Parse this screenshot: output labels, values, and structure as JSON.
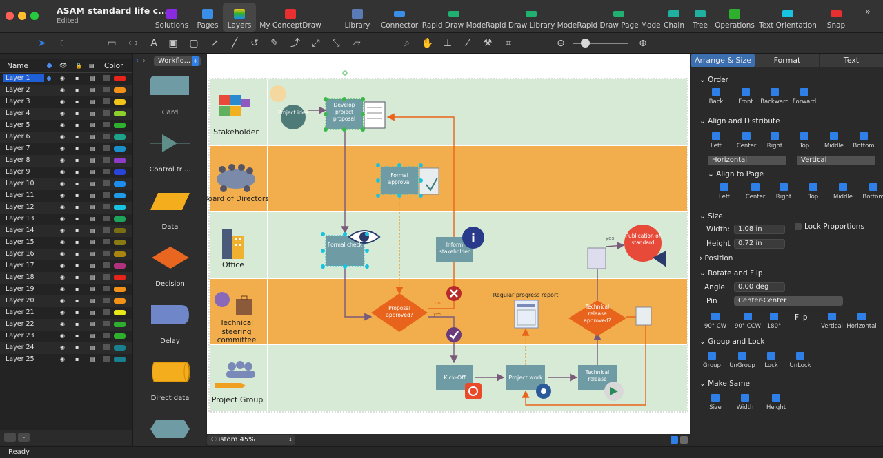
{
  "window": {
    "title": "ASAM standard life c...",
    "subtitle": "Edited"
  },
  "toolbar": {
    "items": [
      "Solutions",
      "Pages",
      "Layers",
      "My ConceptDraw",
      "Library",
      "Connector",
      "Rapid Draw Mode",
      "Rapid Draw Library Mode",
      "Rapid Draw Page Mode",
      "Chain",
      "Tree",
      "Operations",
      "Text Orientation",
      "Snap"
    ],
    "active": "Layers"
  },
  "layers": {
    "headers": {
      "name": "Name",
      "color": "Color"
    },
    "rows": [
      {
        "name": "Layer 1",
        "color": "#e8231a"
      },
      {
        "name": "Layer 2",
        "color": "#f29118"
      },
      {
        "name": "Layer 3",
        "color": "#f0c419"
      },
      {
        "name": "Layer 4",
        "color": "#8fd12c"
      },
      {
        "name": "Layer 5",
        "color": "#2eb02e"
      },
      {
        "name": "Layer 6",
        "color": "#1ea28a"
      },
      {
        "name": "Layer 7",
        "color": "#1a8fc9"
      },
      {
        "name": "Layer 8",
        "color": "#8e3bc9"
      },
      {
        "name": "Layer 9",
        "color": "#2a44d9"
      },
      {
        "name": "Layer 10",
        "color": "#1b8ef0"
      },
      {
        "name": "Layer 11",
        "color": "#1e9ae8"
      },
      {
        "name": "Layer 12",
        "color": "#19c2e0"
      },
      {
        "name": "Layer 13",
        "color": "#1ea35b"
      },
      {
        "name": "Layer 14",
        "color": "#7a6e12"
      },
      {
        "name": "Layer 15",
        "color": "#8a7a14"
      },
      {
        "name": "Layer 16",
        "color": "#a8860f"
      },
      {
        "name": "Layer 17",
        "color": "#b0327c"
      },
      {
        "name": "Layer 18",
        "color": "#e8231a"
      },
      {
        "name": "Layer 19",
        "color": "#f29118"
      },
      {
        "name": "Layer 20",
        "color": "#f29118"
      },
      {
        "name": "Layer 21",
        "color": "#e8e81a"
      },
      {
        "name": "Layer 22",
        "color": "#2eb02e"
      },
      {
        "name": "Layer 23",
        "color": "#2eb02e"
      },
      {
        "name": "Layer 24",
        "color": "#1a7f8e"
      },
      {
        "name": "Layer 25",
        "color": "#1a7f8e"
      }
    ],
    "add": "+",
    "remove": "-"
  },
  "library": {
    "selector": "Workflo...",
    "shapes": [
      "Card",
      "Control tr ...",
      "Data",
      "Decision",
      "Delay",
      "Direct data"
    ]
  },
  "diagram": {
    "lanes": [
      "Stakeholder",
      "Board of Directors",
      "Office",
      "Technical steering committee",
      "Project Group"
    ],
    "nodes": {
      "project_idea": "Project idea",
      "develop": "Develop project proposal",
      "formal_approval": "Formal approval",
      "formal_check": "Formal check",
      "inform": "Inform stakeholder",
      "publication": "Publication of standard",
      "proposal_approved": "Proposal approved?",
      "progress_report": "Regular progress report",
      "tech_release_approved": "Technical release approved?",
      "kickoff": "Kick-Off",
      "project_work": "Project work",
      "tech_release": "Technical release"
    },
    "edge_labels": {
      "no": "no",
      "yes1": "yes",
      "yes2": "yes"
    }
  },
  "zoom": {
    "value": "Custom 45%"
  },
  "panel": {
    "tabs": [
      "Arrange & Size",
      "Format",
      "Text"
    ],
    "active_tab": "Arrange & Size",
    "order": {
      "title": "Order",
      "buttons": [
        "Back",
        "Front",
        "Backward",
        "Forward"
      ]
    },
    "align": {
      "title": "Align and Distribute",
      "buttons": [
        "Left",
        "Center",
        "Right",
        "Top",
        "Middle",
        "Bottom"
      ],
      "horizontal": "Horizontal",
      "vertical": "Vertical"
    },
    "align_page": {
      "title": "Align to Page",
      "buttons": [
        "Left",
        "Center",
        "Right",
        "Top",
        "Middle",
        "Bottom"
      ]
    },
    "size": {
      "title": "Size",
      "width_label": "Width:",
      "width": "1.08 in",
      "height_label": "Height",
      "height": "0.72 in",
      "lock": "Lock Proportions"
    },
    "position": {
      "title": "Position"
    },
    "rotate": {
      "title": "Rotate and Flip",
      "angle_label": "Angle",
      "angle": "0.00 deg",
      "pin_label": "Pin",
      "pin": "Center-Center",
      "buttons": [
        "90° CW",
        "90° CCW",
        "180°"
      ],
      "flip": "Flip",
      "flip_buttons": [
        "Vertical",
        "Horizontal"
      ]
    },
    "group": {
      "title": "Group and Lock",
      "buttons": [
        "Group",
        "UnGroup",
        "Lock",
        "UnLock"
      ]
    },
    "same": {
      "title": "Make Same",
      "buttons": [
        "Size",
        "Width",
        "Height"
      ]
    }
  },
  "status": "Ready"
}
